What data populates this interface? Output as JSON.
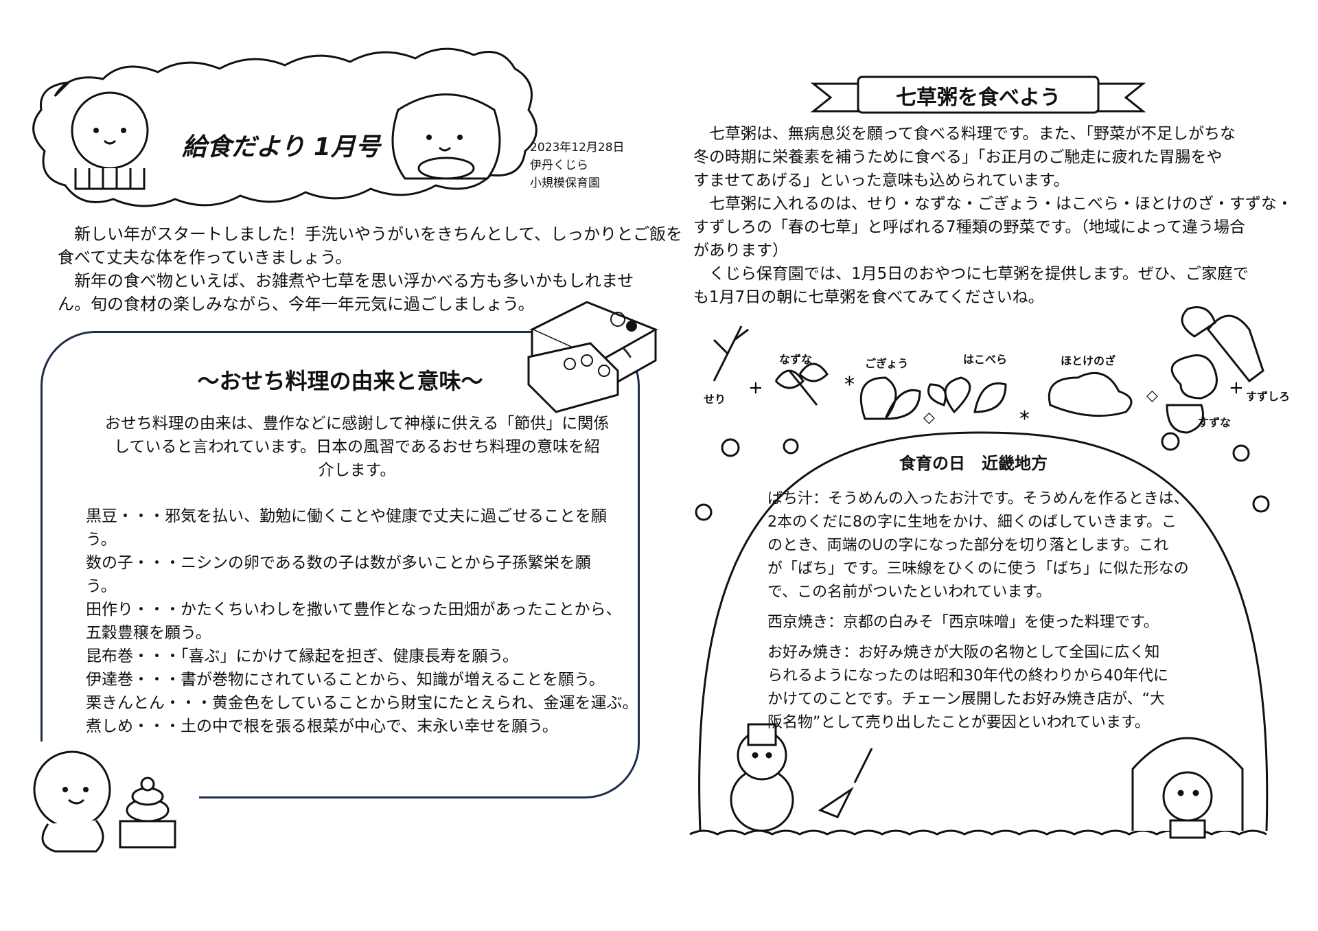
{
  "header": {
    "title": "給食だより 1月号",
    "date": "2023年12月28日",
    "org_line1": "伊丹くじら",
    "org_line2": "小規模保育園"
  },
  "intro": [
    "　新しい年がスタートしました！手洗いやうがいをきちんとして、しっかりとご飯を",
    "食べて丈夫な体を作っていきましょう。",
    "　新年の食べ物といえば、お雑煮や七草を思い浮かべる方も多いかもしれませ",
    "ん。旬の食材の楽しみながら、今年一年元気に過ごしましょう。"
  ],
  "osechi": {
    "title": "～おせち料理の由来と意味～",
    "intro": [
      "おせち料理の由来は、豊作などに感謝して神様に供える「節供」に関係",
      "していると言われています。日本の風習であるおせち料理の意味を紹",
      "介します。"
    ],
    "items": [
      "黒豆・・・邪気を払い、勤勉に働くことや健康で丈夫に過ごせることを願",
      "う。",
      "数の子・・・ニシンの卵である数の子は数が多いことから子孫繁栄を願",
      "う。",
      "田作り・・・かたくちいわしを撒いて豊作となった田畑があったことから、",
      "五穀豊穣を願う。",
      "昆布巻・・・「喜ぶ」にかけて縁起を担ぎ、健康長寿を願う。",
      "伊達巻・・・書が巻物にされていることから、知識が増えることを願う。",
      "栗きんとん・・・黄金色をしていることから財宝にたとえられ、金運を運ぶ。",
      "煮しめ・・・土の中で根を張る根菜が中心で、末永い幸せを願う。"
    ]
  },
  "nanakusa": {
    "title": "七草粥を食べよう",
    "lines": [
      "　七草粥は、無病息災を願って食べる料理です。また、「野菜が不足しがちな",
      "冬の時期に栄養素を補うために食べる」「お正月のご馳走に疲れた胃腸をや",
      "すませてあげる」といった意味も込められています。",
      "　七草粥に入れるのは、せり・なずな・ごぎょう・はこべら・ほとけのざ・すずな・",
      "すずしろの「春の七草」と呼ばれる7種類の野菜です。（地域によって違う場合",
      "があります）",
      "　くじら保育園では、1月5日のおやつに七草粥を提供します。ぜひ、ご家庭で",
      "も1月7日の朝に七草粥を食べてみてくださいね。"
    ],
    "herbs": [
      "せり",
      "なずな",
      "ごぎょう",
      "はこべら",
      "ほとけのざ",
      "すずな",
      "すずしろ"
    ]
  },
  "shokuiku": {
    "title": "食育の日　近畿地方",
    "paragraphs": [
      [
        "ばち汁：そうめんの入ったお汁です。そうめんを作るときは、",
        "2本のくだに8の字に生地をかけ、細くのばしていきます。こ",
        "のとき、両端のUの字になった部分を切り落とします。これ",
        "が「ばち」です。三味線をひくのに使う「ばち」に似た形なの",
        "で、この名前がついたといわれています。"
      ],
      [
        "西京焼き：京都の白みそ「西京味噌」を使った料理です。"
      ],
      [
        "お好み焼き：お好み焼きが大阪の名物として全国に広く知",
        "られるようになったのは昭和30年代の終わりから40年代に",
        "かけてのことです。チェーン展開したお好み焼き店が、“大",
        "阪名物”として売り出したことが要因といわれています。"
      ]
    ]
  },
  "colors": {
    "box_border": "#1f2d4d",
    "ink": "#111111"
  }
}
